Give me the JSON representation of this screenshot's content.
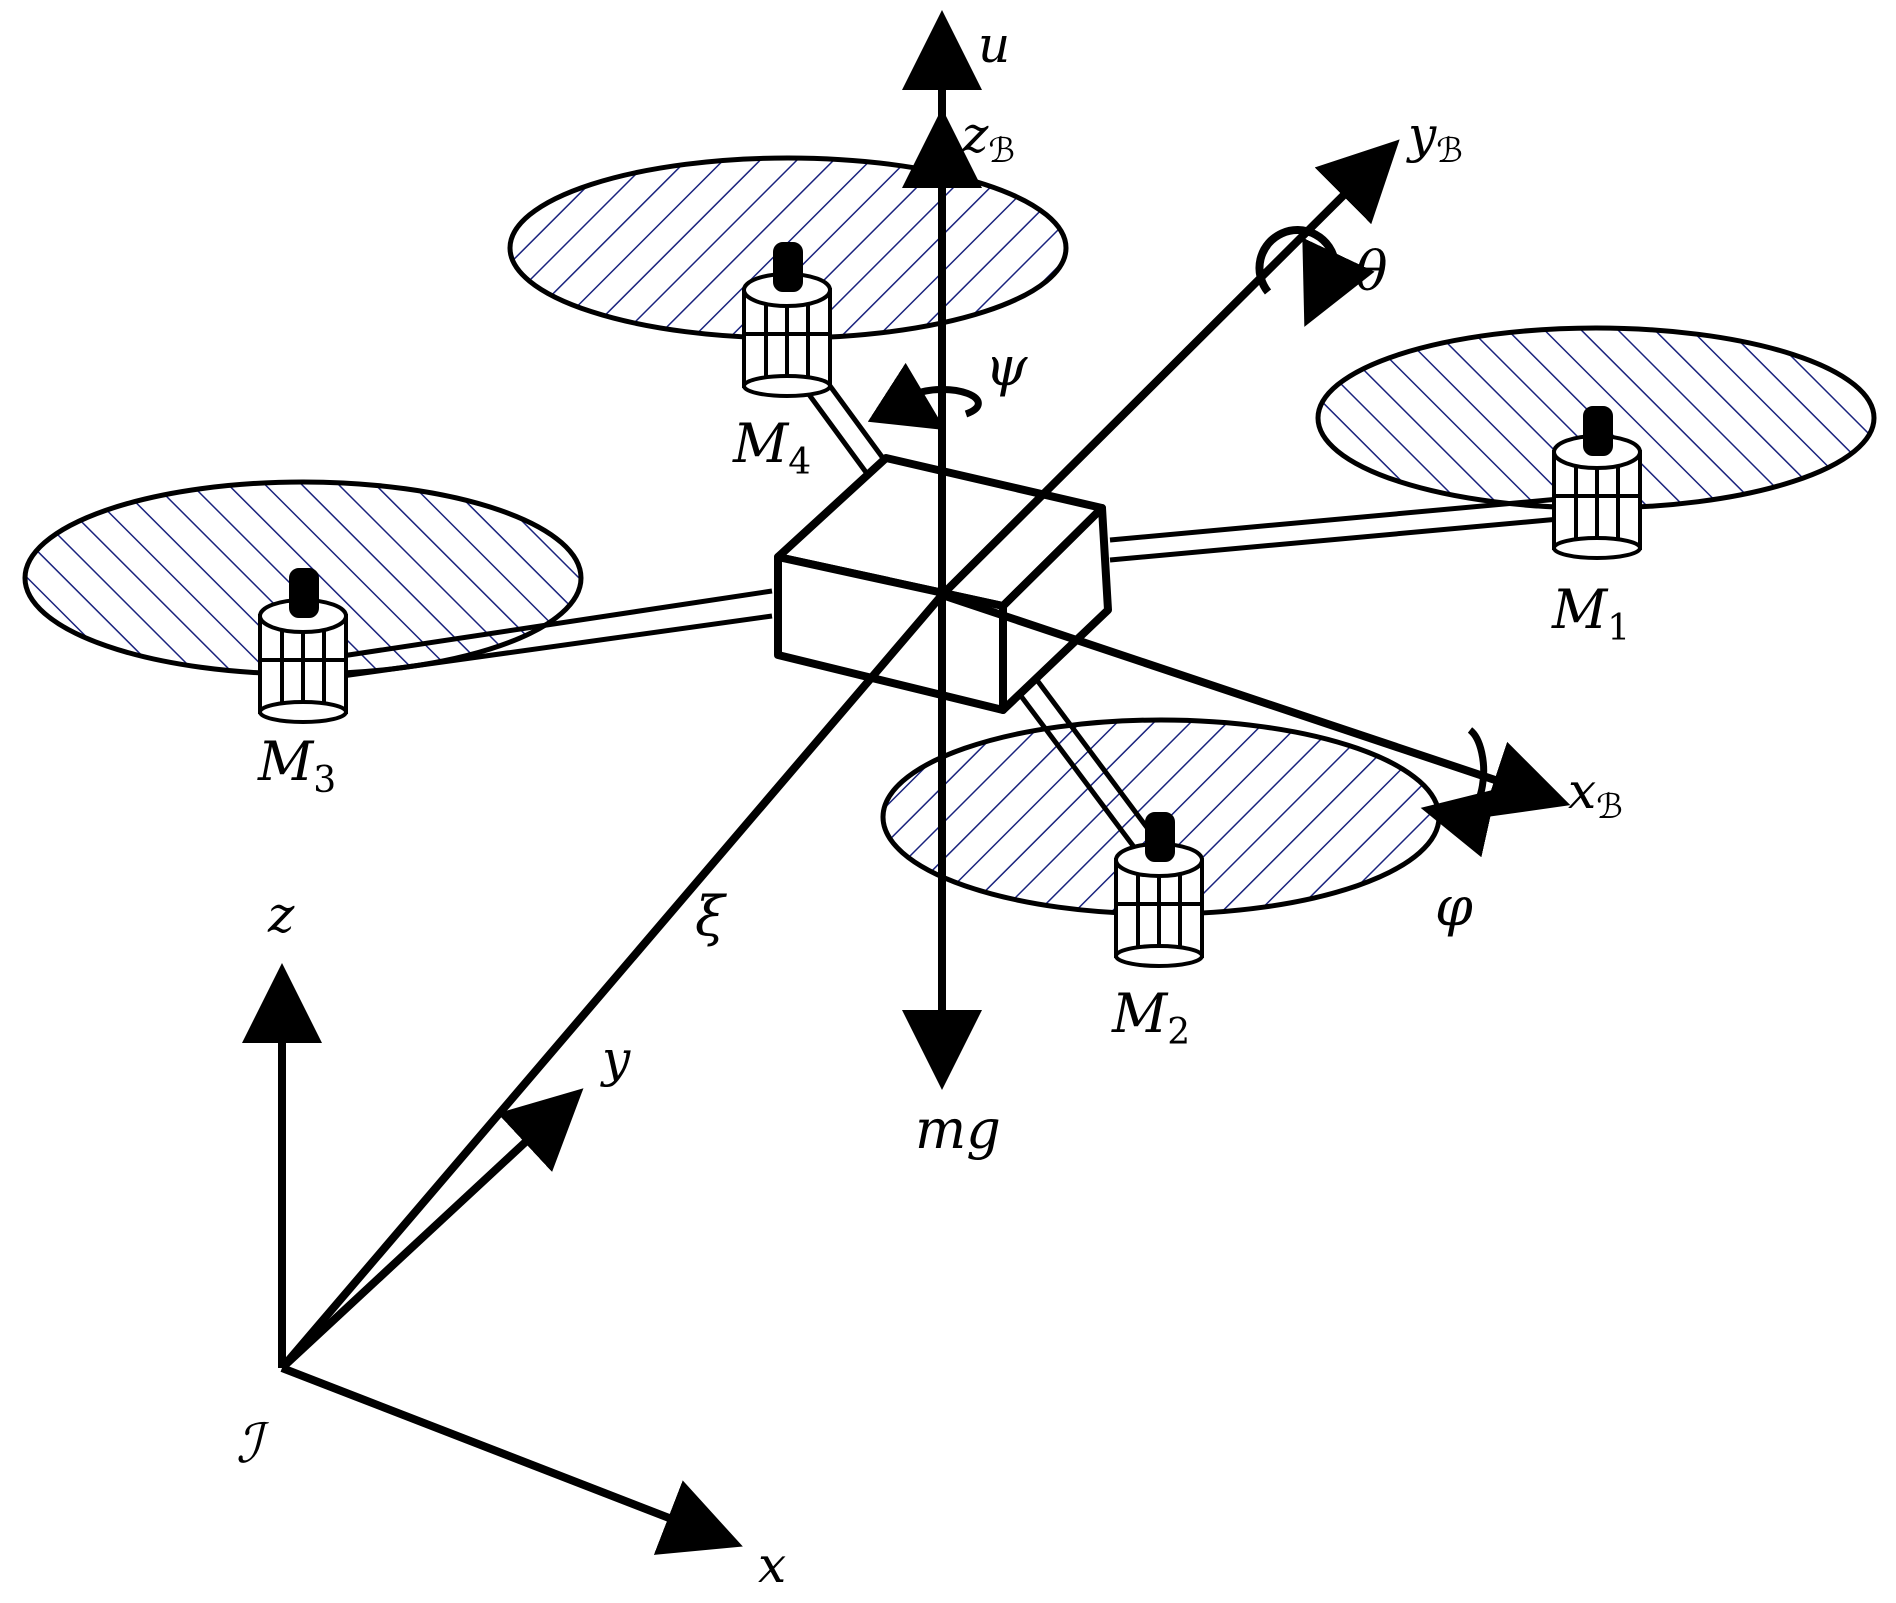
{
  "diagram": {
    "labels": {
      "u": "u",
      "z_body": "z",
      "y_body": "y",
      "x_body": "x",
      "body_subscript": "ℬ",
      "theta": "θ",
      "psi": "ψ",
      "phi": "φ",
      "xi": "ξ",
      "mg": "mg",
      "motor_letter": "M",
      "m1": "1",
      "m2": "2",
      "m3": "3",
      "m4": "4",
      "z": "z",
      "y": "y",
      "x": "x",
      "inertial": "ℐ"
    },
    "colors": {
      "stroke": "#000000",
      "hatch": "#1a237e",
      "background": "#ffffff"
    }
  }
}
